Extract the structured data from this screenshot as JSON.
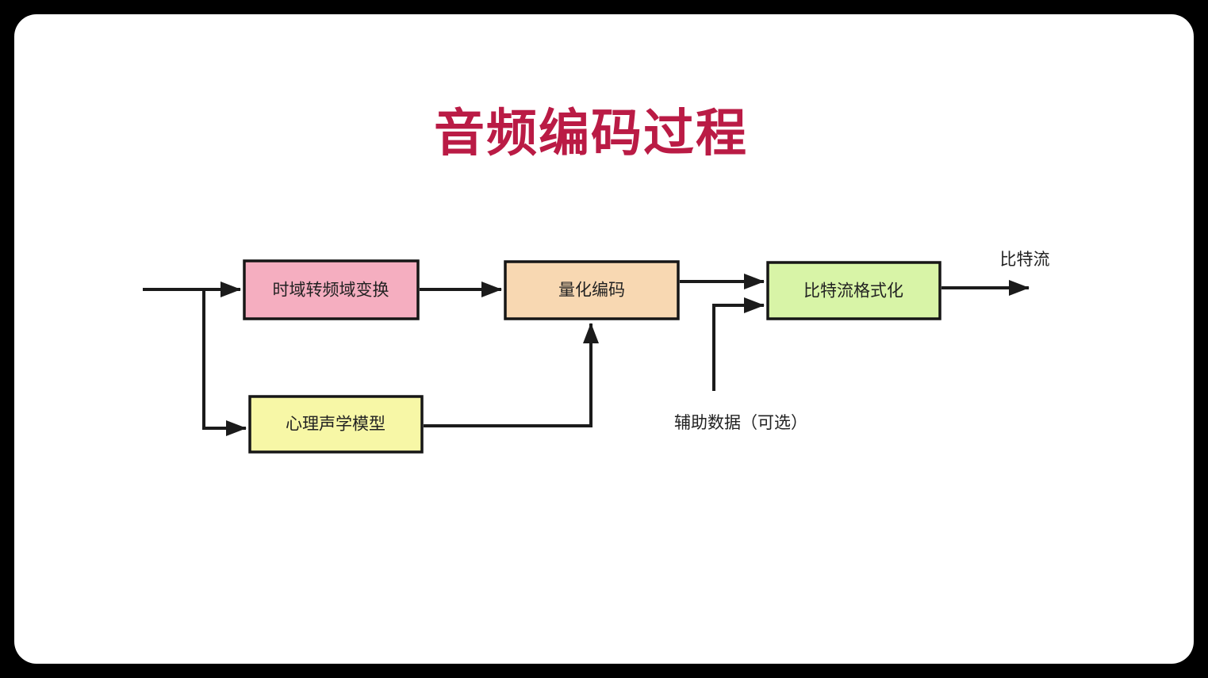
{
  "page": {
    "background": "#000000",
    "card_background": "#ffffff"
  },
  "title": {
    "text": "音频编码过程",
    "color": "#BA1B45"
  },
  "diagram": {
    "line_color": "#1b1b1b",
    "nodes": [
      {
        "id": "time-to-freq-transform",
        "label": "时域转频域变换",
        "fill": "#F5AEC0"
      },
      {
        "id": "quantization-encoding",
        "label": "量化编码",
        "fill": "#F8D8B2"
      },
      {
        "id": "bitstream-formatting",
        "label": "比特流格式化",
        "fill": "#D8F4A7"
      },
      {
        "id": "psychoacoustic-model",
        "label": "心理声学模型",
        "fill": "#F7F7A6"
      }
    ],
    "annotations": {
      "bitstream_out": "比特流",
      "aux_data": "辅助数据（可选）"
    }
  }
}
